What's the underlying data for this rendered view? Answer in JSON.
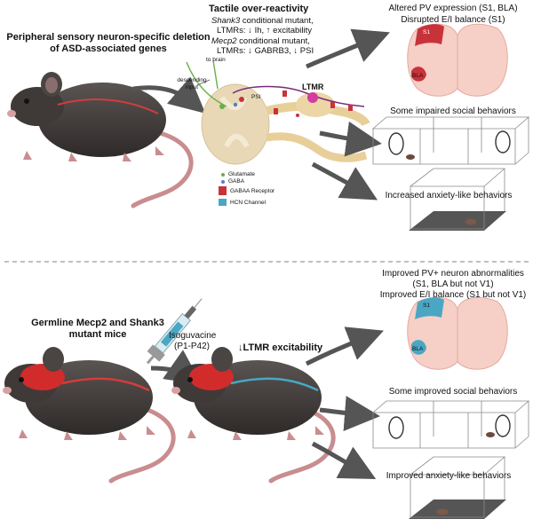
{
  "top": {
    "left_title_1": "Peripheral sensory neuron-specific deletion",
    "left_title_2": "of ASD-associated genes",
    "tactile_title": "Tactile over-reactivity",
    "shank3_gene": "Shank3",
    "shank3_line1_rest": " conditional mutant,",
    "shank3_line2": "LTMRs: ↓ Ih, ↑ excitability",
    "mecp2_gene": "Mecp2",
    "mecp2_line1_rest": " conditional mutant,",
    "mecp2_line2": "LTMRs: ↓ GABRB3, ↓ PSI",
    "to_brain": "to brain",
    "descending_1": "descending",
    "descending_2": "input",
    "psi": "PSI",
    "ltmr": "LTMR",
    "legend": {
      "glutamate": "Glutamate",
      "gaba": "GABA",
      "gaba_receptor": "GABAA Receptor",
      "hcn": "HCN Channel"
    },
    "outcome_pv": "Altered PV expression (S1, BLA)",
    "outcome_ei": "Disrupted E/I balance (S1)",
    "s1": "S1",
    "bla": "BLA",
    "outcome_social": "Some impaired social behaviors",
    "outcome_anxiety": "Increased anxiety-like behaviors"
  },
  "bottom": {
    "germline_1": "Germline Mecp2 and Shank3",
    "germline_2": "mutant mice",
    "drug": "Isoguvacine",
    "dose_window": "(P1-P42)",
    "ltmr_effect": "↓LTMR excitability",
    "outcome_pv_1": "Improved PV+ neuron abnormalities",
    "outcome_pv_2": "(S1, BLA but not V1)",
    "outcome_ei": "Improved E/I balance (S1 but not V1)",
    "s1": "S1",
    "bla": "BLA",
    "outcome_social": "Some improved social behaviors",
    "outcome_anxiety": "Improved anxiety-like behaviors"
  },
  "colors": {
    "mouse_body": "#3a3533",
    "mouse_tail": "#c98d8f",
    "brain": "#f6cfc6",
    "s1_red": "#c8333a",
    "s1_blue": "#4aa7c4",
    "spinal": "#e9d8b6",
    "nerve": "#e8cf9a",
    "arrow_grey": "#555555",
    "divider": "#9a9a9a"
  }
}
